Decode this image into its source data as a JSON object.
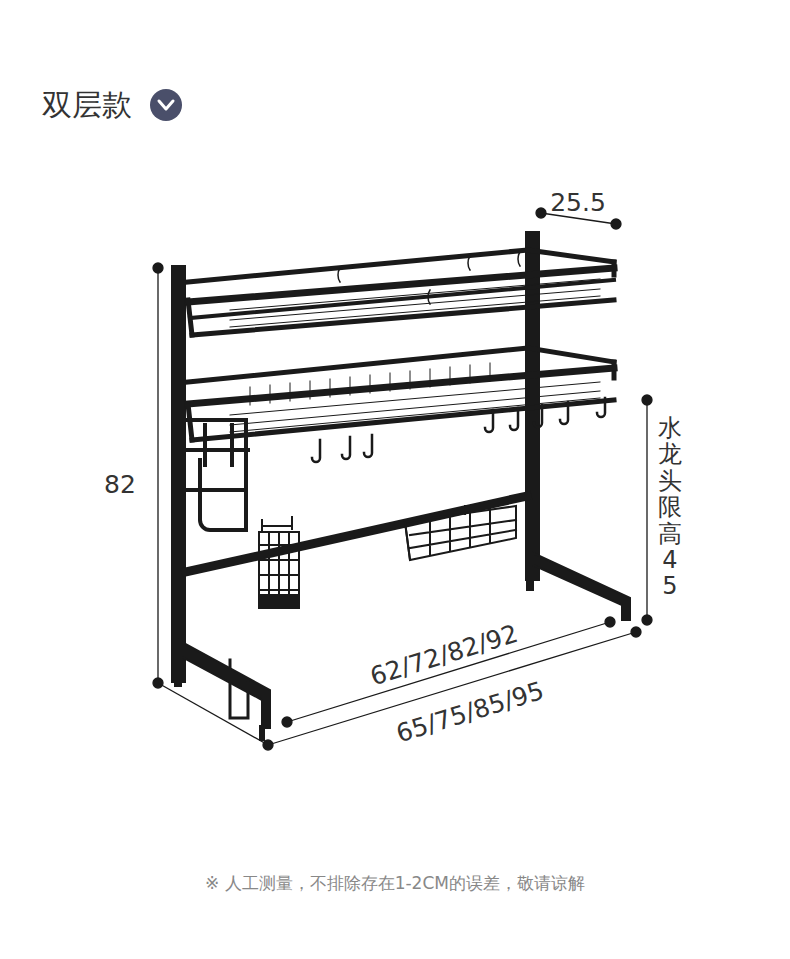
{
  "diagram": {
    "title": "双层款",
    "caption": "※ 人工测量，不排除存在1-2CM的误差，敬请谅解",
    "labels": [
      "25.5",
      "82",
      "水龙头限高45",
      "62/72/82/92",
      "65/75/85/95"
    ]
  }
}
